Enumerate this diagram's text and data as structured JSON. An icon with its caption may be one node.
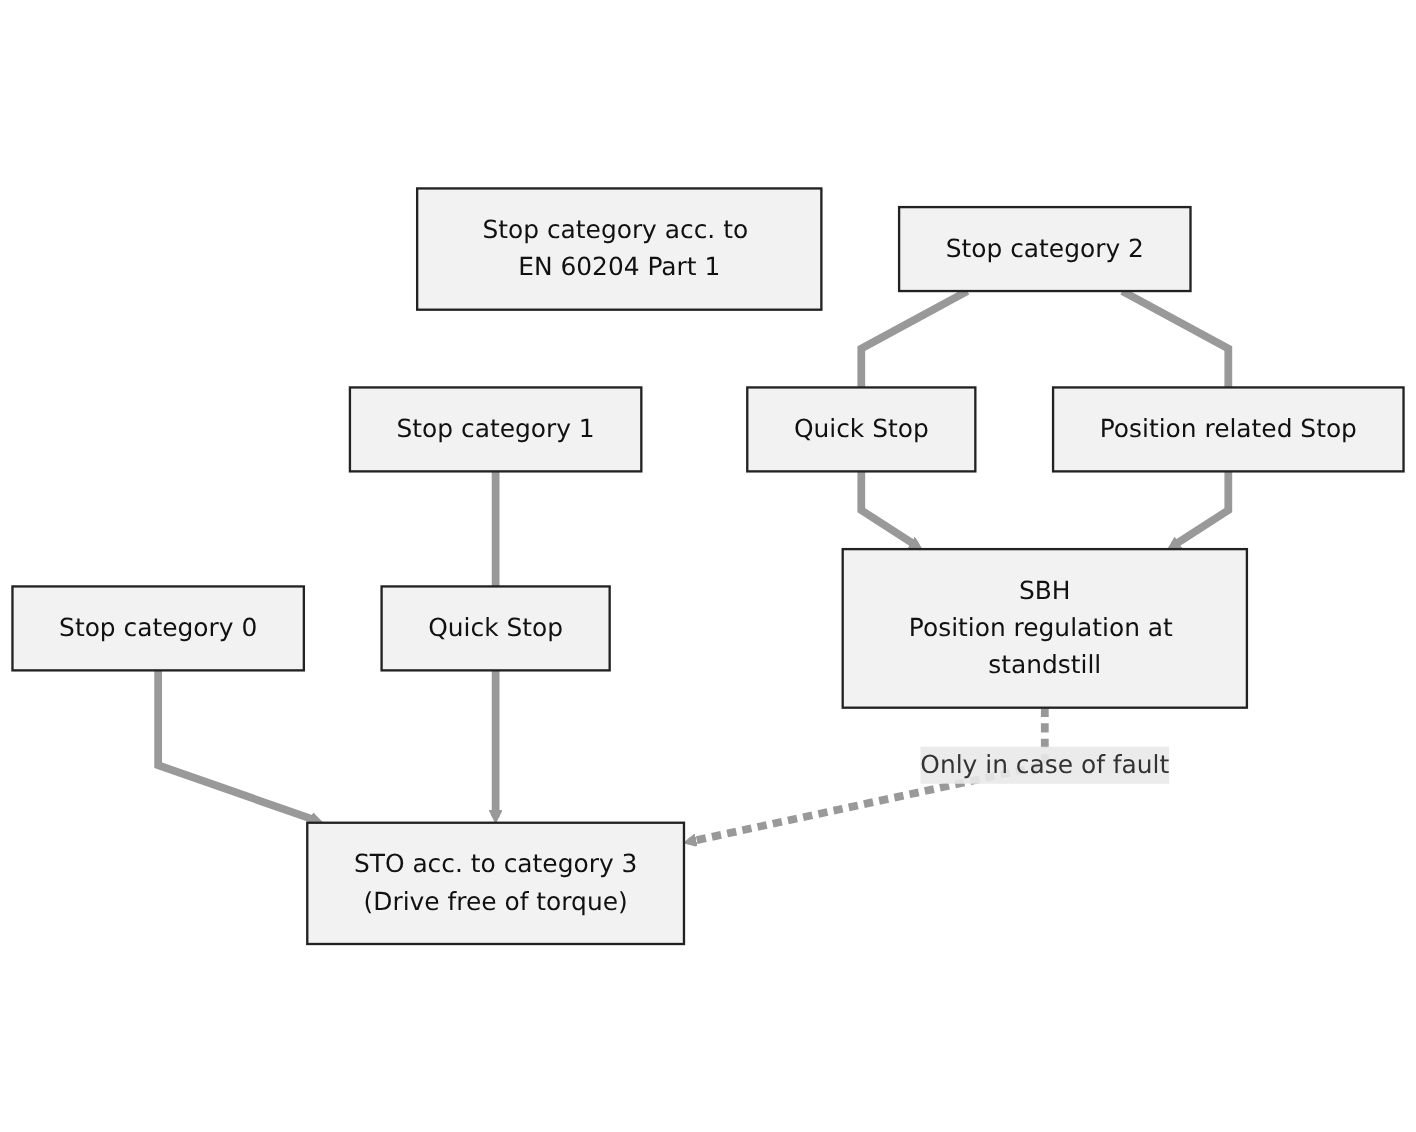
{
  "diagram": {
    "nodes": [
      {
        "text": [
          "Stop category acc. to EN 60204 Part 1"
        ]
      },
      {
        "text": [
          "Stop category 0"
        ]
      },
      {
        "text": [
          "Stop category 1"
        ]
      },
      {
        "text": [
          "Stop category 2"
        ]
      },
      {
        "text": [
          "Quick Stop"
        ]
      },
      {
        "text": [
          "Quick Stop"
        ]
      },
      {
        "text": [
          "Position related Stop"
        ]
      },
      {
        "text": [
          "SBH",
          "Position regulation at standstill"
        ]
      },
      {
        "text": [
          "STO acc. to category 3",
          "(Drive free of torque)"
        ]
      }
    ],
    "edges": [
      {
        "from": 1,
        "to": 8,
        "arrow": "to"
      },
      {
        "from": 2,
        "to": 4,
        "arrow": "none"
      },
      {
        "from": 4,
        "to": 8,
        "arrow": "to"
      },
      {
        "from": 3,
        "to": 5,
        "arrow": "none"
      },
      {
        "from": 3,
        "to": 6,
        "arrow": "none"
      },
      {
        "from": 5,
        "to": 7,
        "arrow": "to"
      },
      {
        "from": 6,
        "to": 7,
        "arrow": "to"
      },
      {
        "from": 7,
        "to": 8,
        "arrow": "to",
        "style": "dashed",
        "label": "Only in case of fault"
      }
    ]
  }
}
